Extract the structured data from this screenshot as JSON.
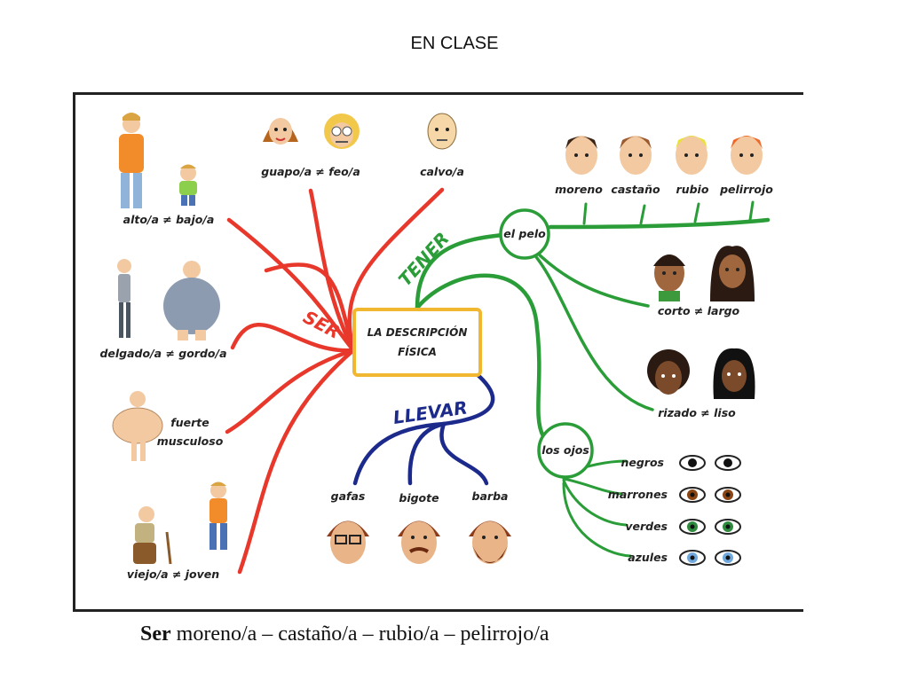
{
  "page_title": "EN CLASE",
  "center": {
    "line1": "LA DESCRIPCIÓN",
    "line2": "FÍSICA"
  },
  "verbs": {
    "ser": "SER",
    "tener": "TENER",
    "llevar": "LLEVAR"
  },
  "nodes": {
    "pelo": "el pelo",
    "ojos": "los ojos"
  },
  "ser_labels": {
    "alto_bajo": "alto/a  ≠  bajo/a",
    "guapo_feo": "guapo/a  ≠  feo/a",
    "calvo": "calvo/a",
    "delgado_gordo": "delgado/a  ≠  gordo/a",
    "fuerte": "fuerte",
    "musculoso": "musculoso",
    "viejo_joven": "viejo/a  ≠  joven"
  },
  "hair_colors": [
    "moreno",
    "castaño",
    "rubio",
    "pelirrojo"
  ],
  "hair_length": "corto  ≠  largo",
  "hair_type": "rizado  ≠  liso",
  "llevar_items": [
    "gafas",
    "bigote",
    "barba"
  ],
  "eye_colors": [
    "negros",
    "marrones",
    "verdes",
    "azules"
  ],
  "colors": {
    "ser": "#e8382b",
    "tener": "#2a9d38",
    "llevar": "#1c2a8c",
    "center_border": "#f2b731"
  },
  "bottom_text": {
    "bold": "Ser",
    "rest": " moreno/a – castaño/a – rubio/a – pelirrojo/a"
  }
}
